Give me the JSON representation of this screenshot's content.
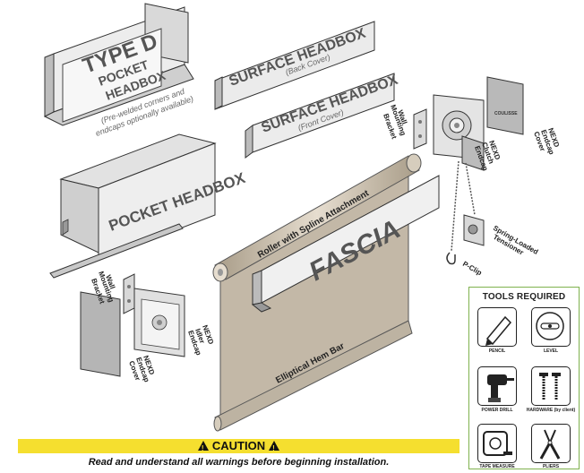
{
  "labels": {
    "type_d_title": "TYPE D",
    "pocket_headbox_small_line1": "POCKET",
    "pocket_headbox_small_line2": "HEADBOX",
    "prewelded_note_line1": "(Pre-welded corners and",
    "prewelded_note_line2": "endcaps optionally available)",
    "surface_headbox_back": "SURFACE HEADBOX",
    "back_cover": "(Back Cover)",
    "surface_headbox_front": "SURFACE HEADBOX",
    "front_cover": "(Front Cover)",
    "pocket_headbox_large": "POCKET HEADBOX",
    "wall_bracket_top_line1": "Wall",
    "wall_bracket_top_line2": "Mounting",
    "wall_bracket_top_line3": "Bracket",
    "nexd_clutch_line1": "NEXD",
    "nexd_clutch_line2": "Clutch",
    "nexd_clutch_line3": "Endcap",
    "nexd_endcap_cover_right_line1": "NEXD",
    "nexd_endcap_cover_right_line2": "Endcap",
    "nexd_endcap_cover_right_line3": "Cover",
    "roller": "Roller with Spline Attachment",
    "fascia": "FASCIA",
    "spring_tensioner_line1": "Spring-Loaded",
    "spring_tensioner_line2": "Tensioner",
    "p_clip": "P-Clip",
    "wall_bracket_bottom_line1": "Wall",
    "wall_bracket_bottom_line2": "Mounting",
    "wall_bracket_bottom_line3": "Bracket",
    "nexd_idler_line1": "NEXD",
    "nexd_idler_line2": "Idler",
    "nexd_idler_line3": "Endcap",
    "nexd_endcap_cover_left_line1": "NEXD",
    "nexd_endcap_cover_left_line2": "Endcap",
    "nexd_endcap_cover_left_line3": "Cover",
    "hem_bar": "Elliptical Hem Bar",
    "cover_brand": "COULISSE"
  },
  "tools": {
    "title": "TOOLS REQUIRED",
    "items": [
      {
        "label": "PENCIL",
        "icon": "pencil-icon"
      },
      {
        "label": "LEVEL",
        "icon": "level-icon"
      },
      {
        "label": "POWER DRILL",
        "icon": "power-drill-icon"
      },
      {
        "label": "HARDWARE (by client)",
        "icon": "screws-icon"
      },
      {
        "label": "TAPE MEASURE",
        "icon": "tape-measure-icon"
      },
      {
        "label": "PLIERS",
        "icon": "pliers-icon"
      }
    ]
  },
  "caution": {
    "title": "CAUTION",
    "message": "Read and understand all warnings before beginning installation."
  },
  "colors": {
    "shade_fabric": "#c3b8a7",
    "metal": "#d8d8d8",
    "caution_yellow": "#f5df2f",
    "tools_border": "#7fb24e"
  }
}
